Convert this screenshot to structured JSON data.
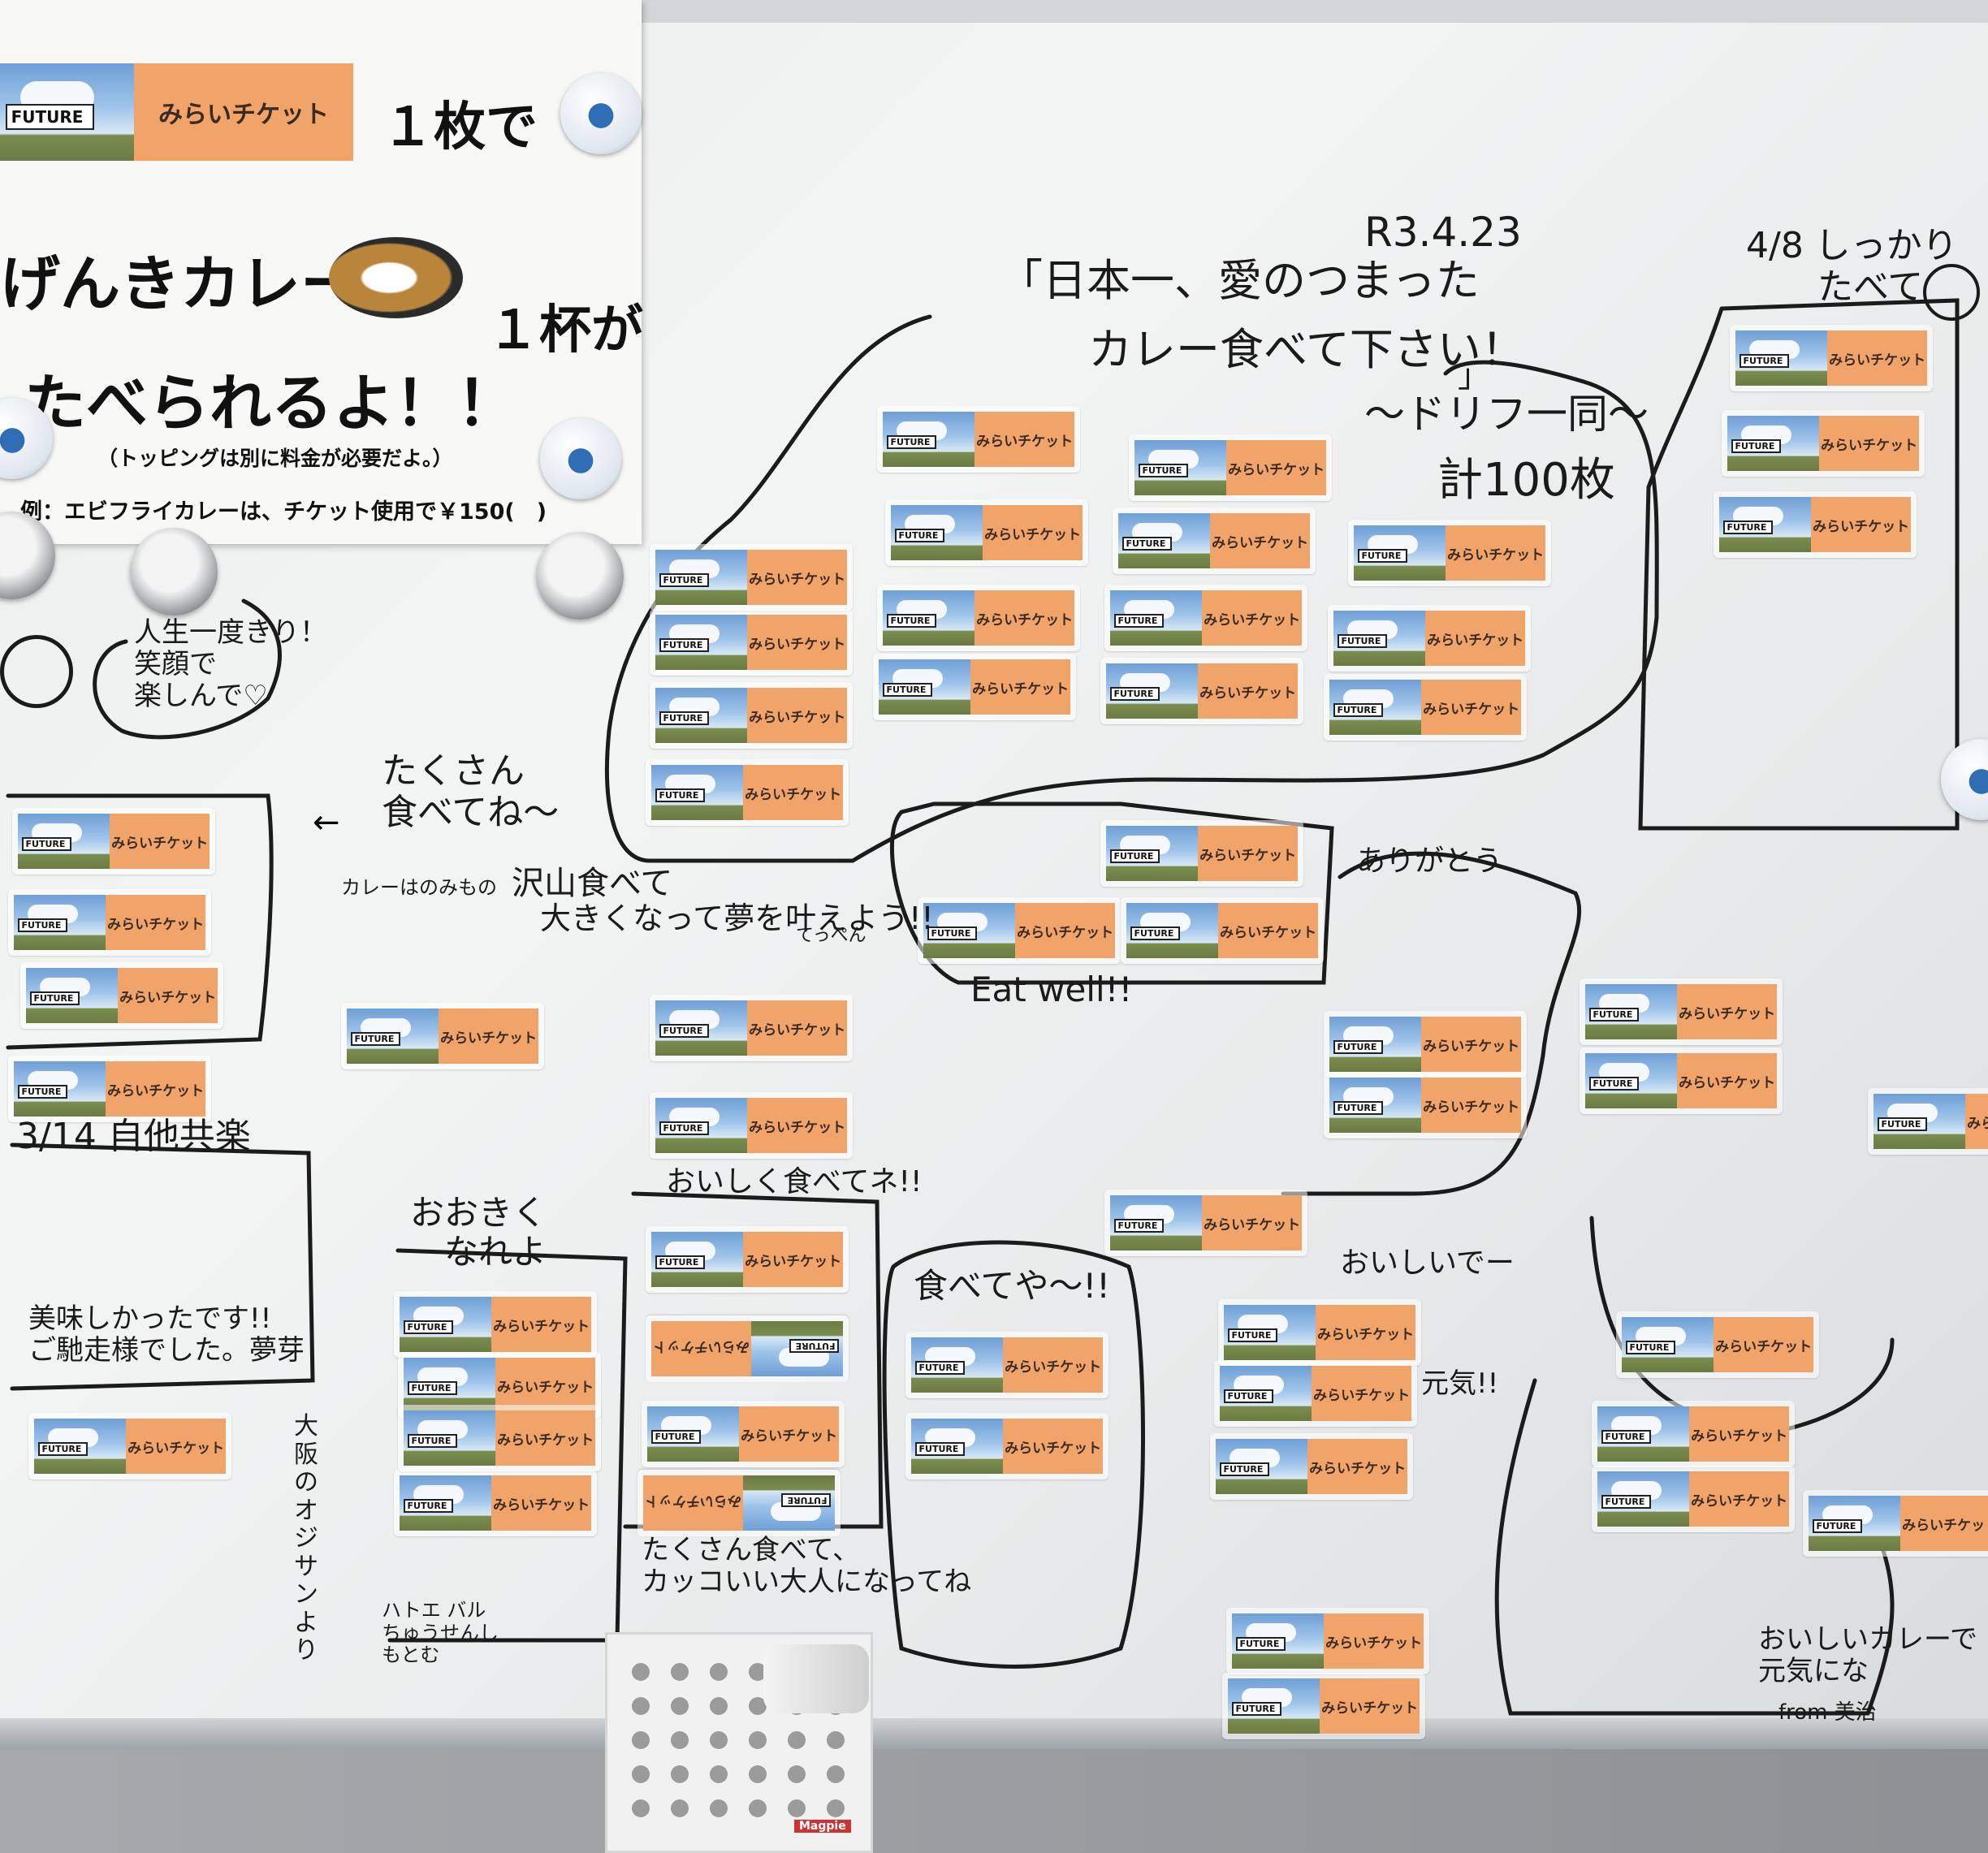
{
  "poster": {
    "ticket_label": "みらいチケット",
    "future_sign": "FUTURE",
    "count_text": "１枚で",
    "curry_name": "げんきカレー",
    "cup_count": "１杯が",
    "headline": "たべられるよ！！",
    "topping_note": "（トッピングは別に料金が必要だよ。）",
    "example_note": "例：エビフライカレーは、チケット使用で￥150(　)"
  },
  "ticket": {
    "label": "みらいチケット",
    "future": "FUTURE"
  },
  "notes": {
    "date": "R3.4.23",
    "nihonichi_1": "「日本一、愛のつまった",
    "nihonichi_2": "カレー食べて下さい！",
    "nihonichi_3": "」",
    "drift": "〜ドリフ一同〜",
    "total": "計100枚",
    "shikkari": "4/8 しっかり\n　　たべて",
    "jinsei": "人生一度きり！\n笑顔で\n楽しんで♡",
    "takusan": "たくさん\n食べてね〜",
    "curry_drink": "カレーはのみもの",
    "yume_1": "沢山食べて",
    "yume_2": "大きくなって夢を叶えよう!!",
    "teppen": "てっぺん",
    "eat_well": "Eat well!!",
    "arigatou": "ありがとう",
    "jita": "3/14 自他共楽",
    "oishikatta": "美味しかったです!!\nご馳走様でした。夢芽",
    "osaka": "大\n阪\nの\nオ\nジ\nサ\nン\nよ\nり",
    "ookiku": "おおきく\n　なれよ",
    "oishiku": "おいしく食べてネ!!",
    "tabete_ya": "食べてや〜!!",
    "oishiide": "おいしいでー",
    "genki": "元気!!",
    "takusan_kakkoii": "たくさん食べて、\nカッコいい大人になってね",
    "hatoe": "ハトエ バル\nちゅうせんし\nもとむ",
    "oishii_curry": "おいしいカレーで\n元気にな",
    "from": "from 美治"
  },
  "cup": {
    "brand": "Magpie"
  }
}
